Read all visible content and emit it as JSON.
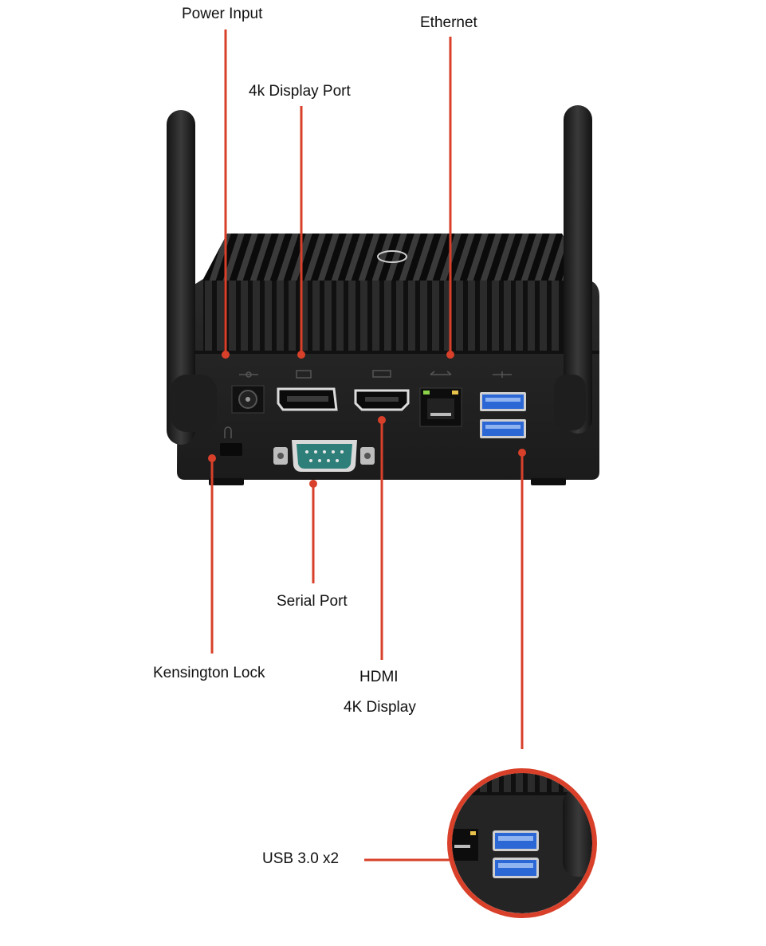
{
  "labels": {
    "power_input": "Power Input",
    "ethernet": "Ethernet",
    "display_port": "4k Display Port",
    "serial_port": "Serial Port",
    "kensington_lock": "Kensington Lock",
    "hdmi": "HDMI",
    "hdmi_sub": "4K Display",
    "usb": "USB 3.0 x2"
  },
  "colors": {
    "callout": "#d8402a",
    "device_body": "#222222",
    "device_dark": "#0e0e0e",
    "fin": "#1a1a1a",
    "usb_blue": "#2c67d6",
    "serial_teal": "#2e7f7a",
    "text": "#111111"
  }
}
